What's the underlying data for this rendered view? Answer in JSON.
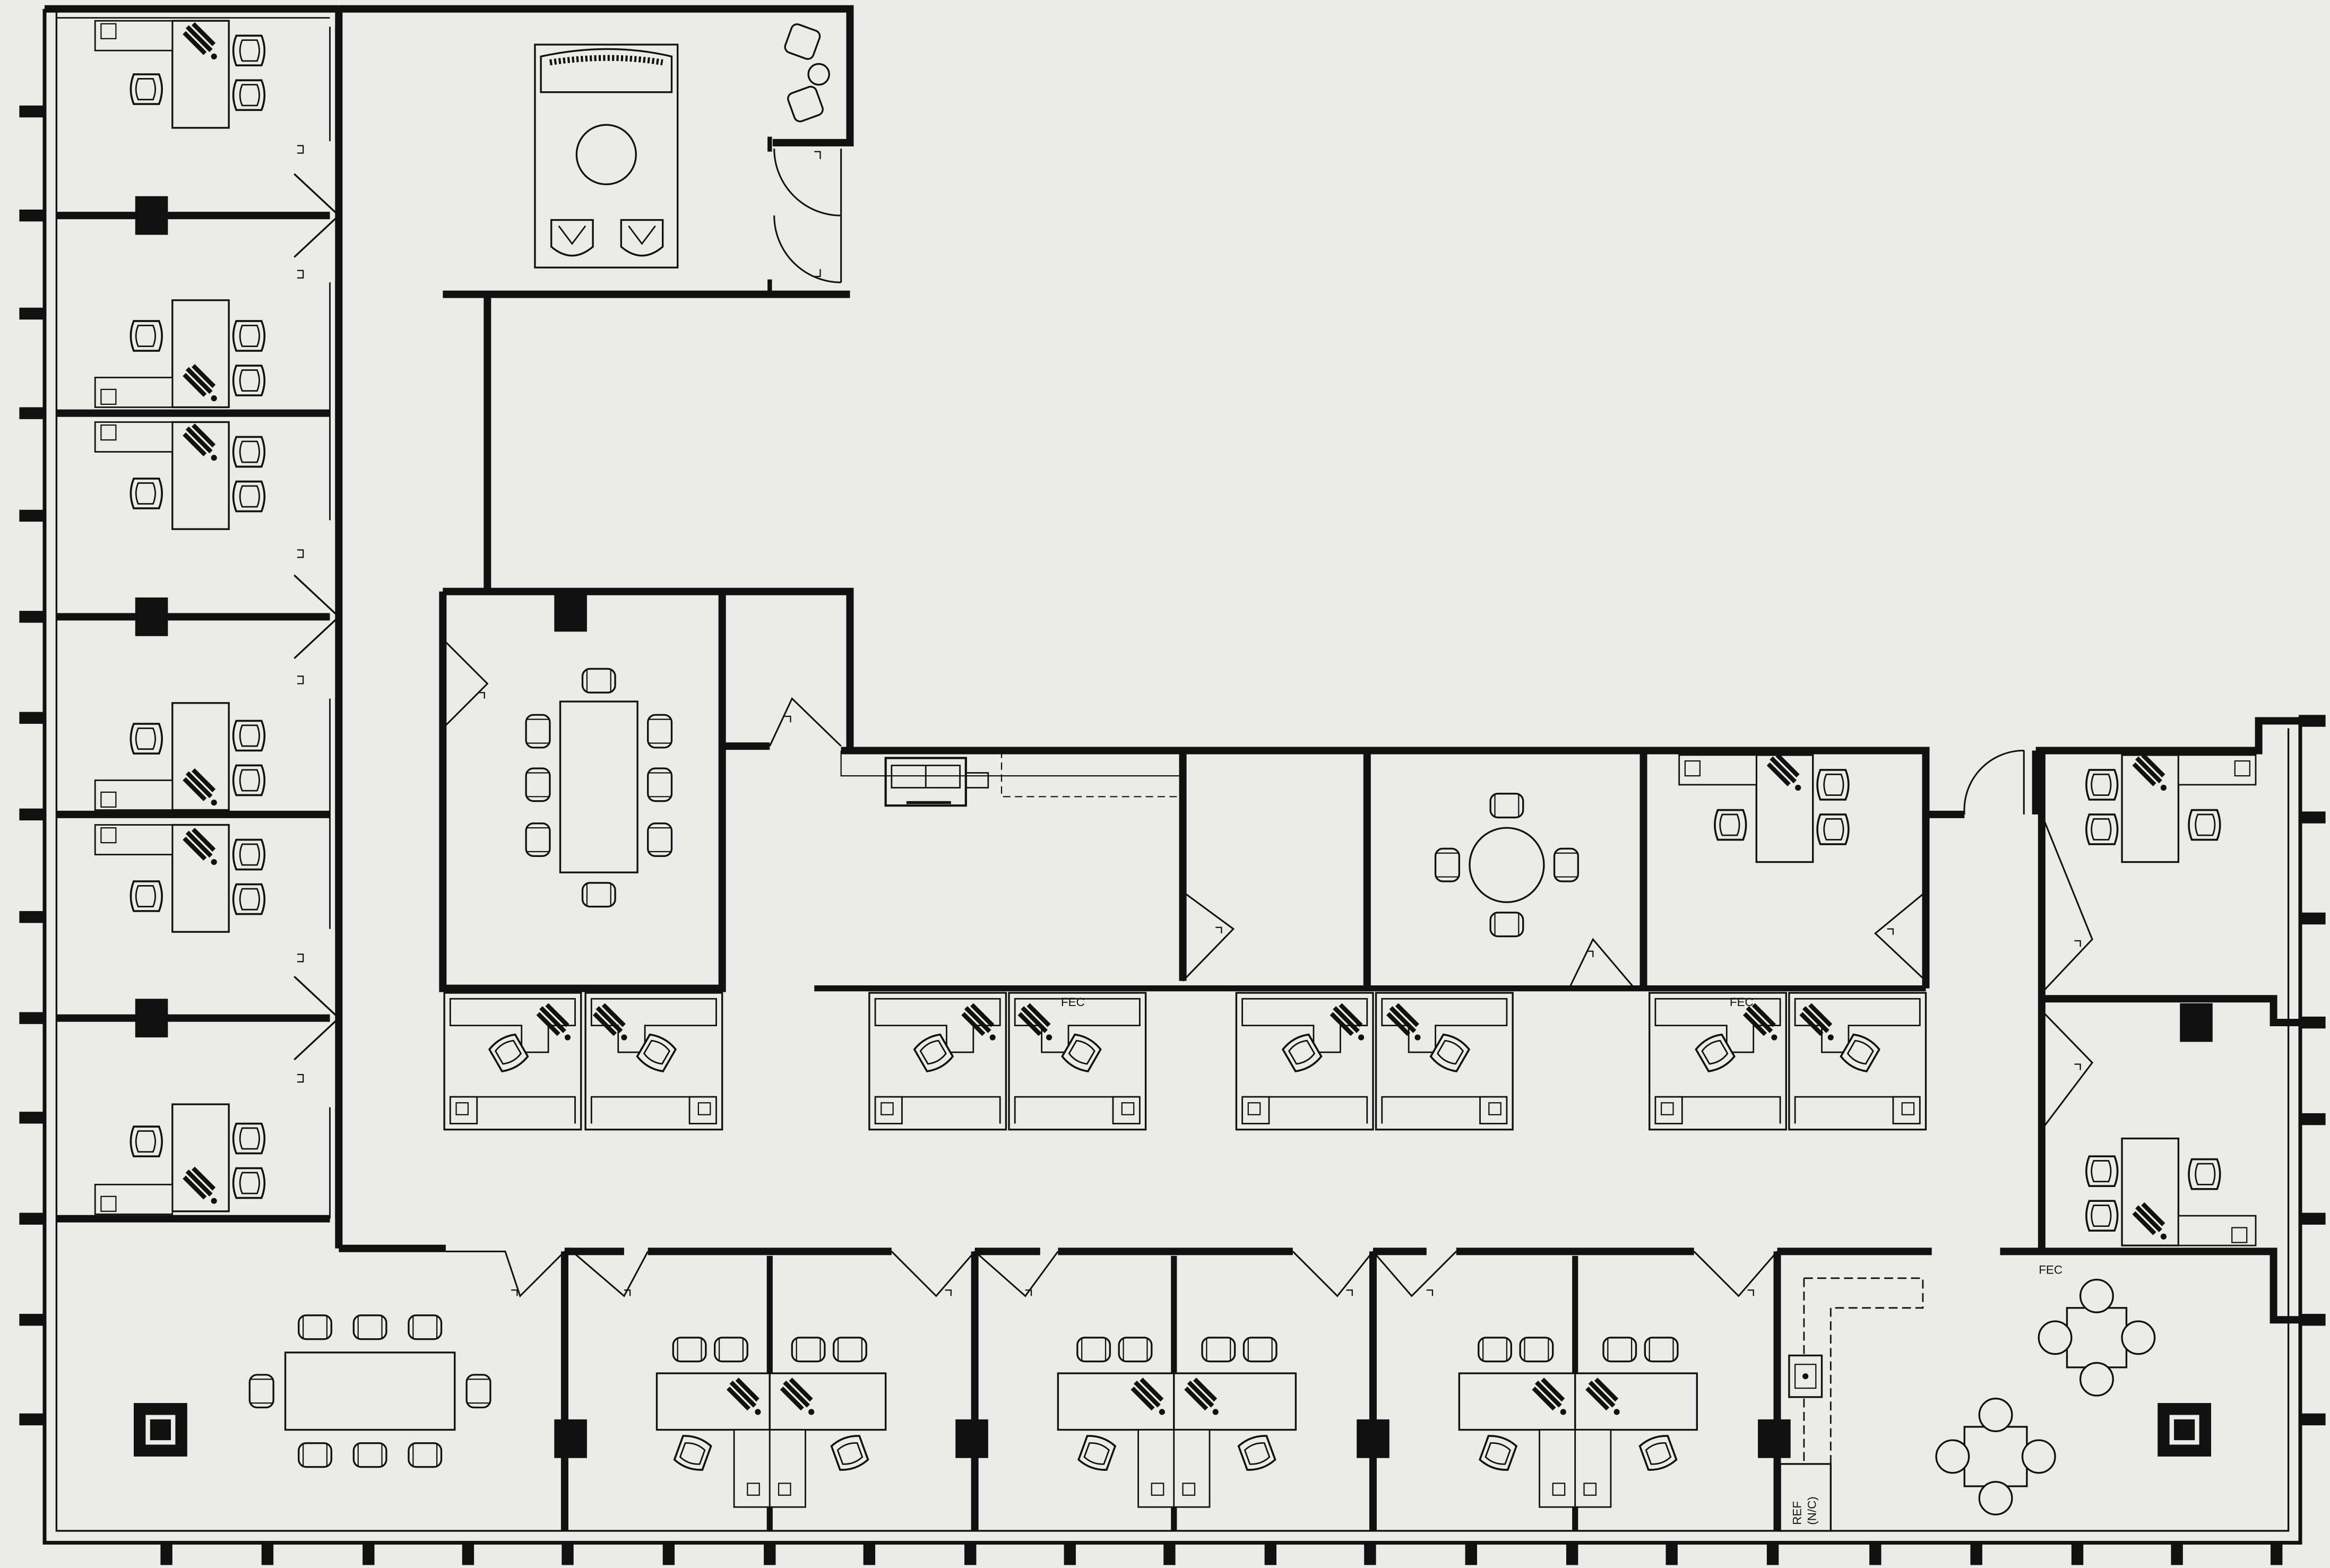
{
  "plan": {
    "labels": {
      "fec_top_1": "FEC",
      "fec_top_2": "FEC",
      "fec_right": "FEC",
      "ref_line1": "REF",
      "ref_line2": "(N/C)"
    },
    "colors": {
      "background": "#ebebe9",
      "wall": "#111111",
      "furniture_fill": "#ebebe9",
      "furniture_stroke": "#111111"
    }
  }
}
